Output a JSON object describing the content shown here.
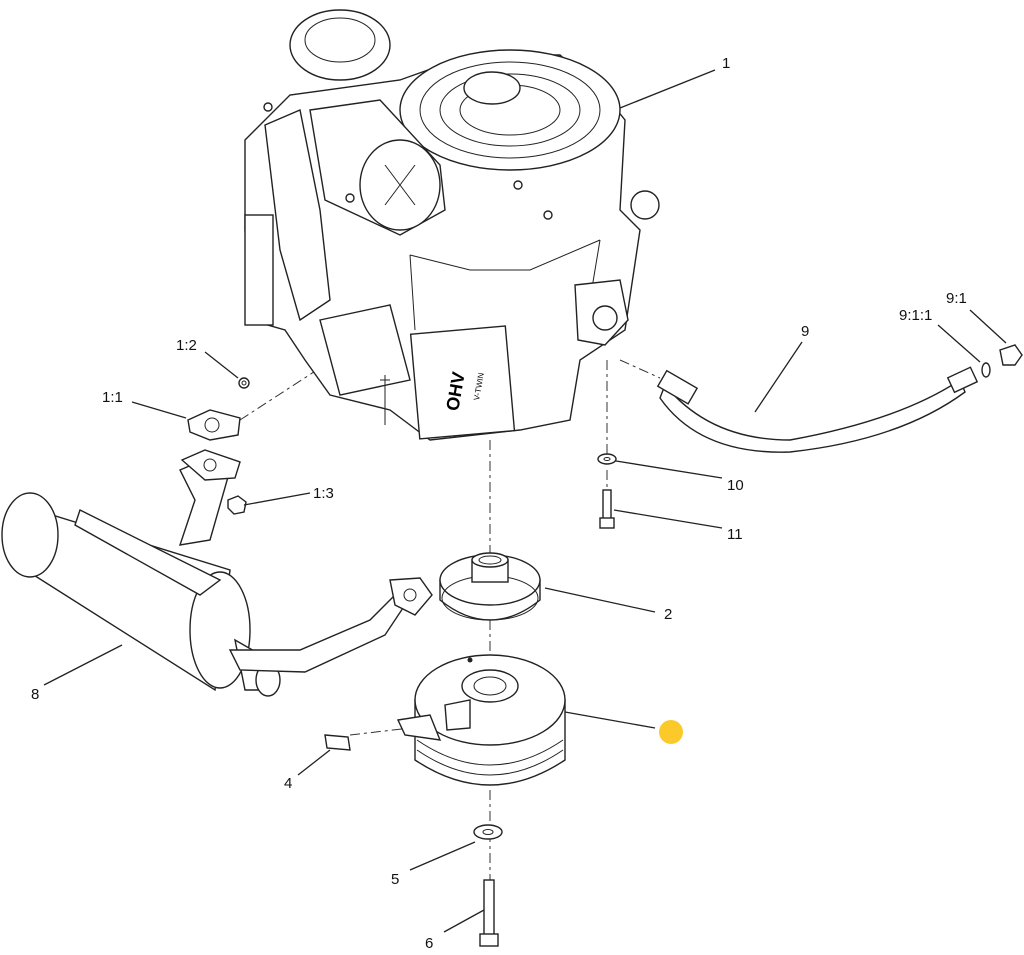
{
  "labels": {
    "engine": "1",
    "gasket_nut": "1:2",
    "gasket": "1:1",
    "nut": "1:3",
    "pulley": "2",
    "clutch_connector": "4",
    "washer": "5",
    "bolt": "6",
    "muffler": "8",
    "hose": "9",
    "fitting": "9:1",
    "o_ring": "9:1:1",
    "washer_small": "10",
    "bolt_small": "11"
  },
  "engine_markings": {
    "badge": "OHV",
    "sub_badge": "V-TWIN"
  },
  "highlight_color": "#fcc92a"
}
